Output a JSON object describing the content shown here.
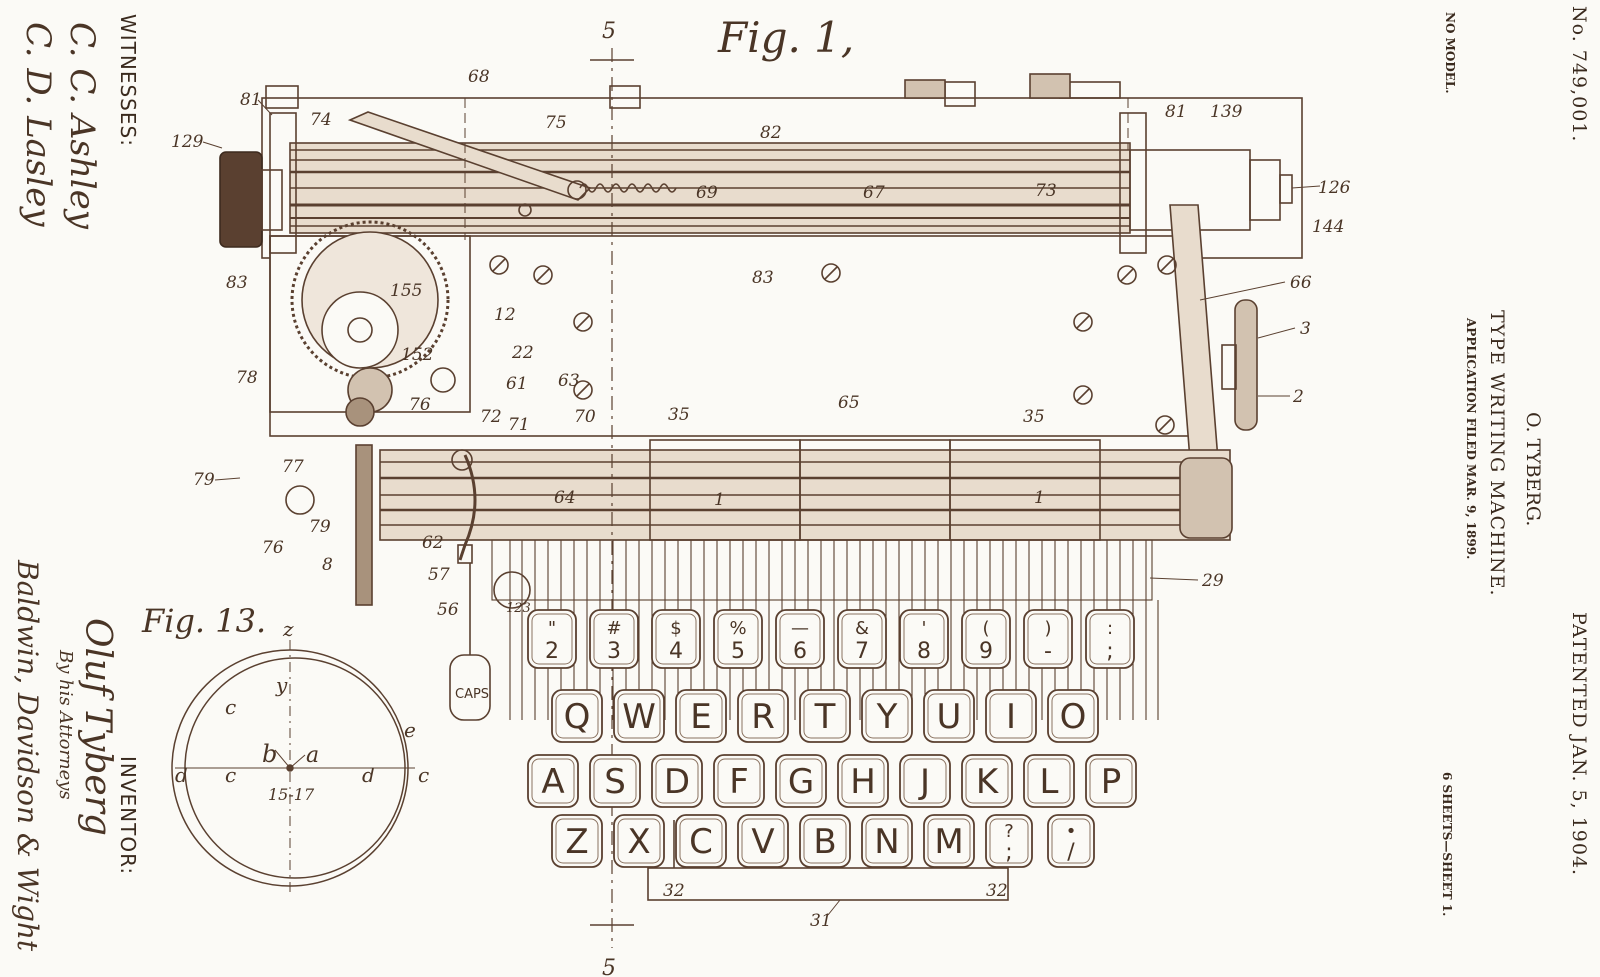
{
  "header": {
    "patent_no": "No. 749,001.",
    "patented": "PATENTED JAN. 5, 1904.",
    "inventor_name": "O. TYBERG.",
    "title": "TYPE WRITING MACHINE.",
    "application": "APPLICATION FILED MAR. 9, 1899.",
    "model": "NO MODEL.",
    "sheets": "6 SHEETS—SHEET 1."
  },
  "signatures": {
    "witnesses_label": "WITNESSES:",
    "witness_1": "C. C. Ashley",
    "witness_2": "C. D. Lasley",
    "inventor_label": "INVENTOR:",
    "inventor_signature": "Oluf Tyberg",
    "by_attorneys": "By his Attorneys",
    "attorneys_signature": "Baldwin, Davidson & Wight"
  },
  "figures": {
    "fig1": "Fig. 1,",
    "fig13": "Fig. 13."
  },
  "section_marks": {
    "top": "5",
    "bottom": "5"
  },
  "caps_key": "CAPS",
  "keyboard": {
    "number_row": [
      {
        "top": "\"",
        "bottom": "2"
      },
      {
        "top": "#",
        "bottom": "3"
      },
      {
        "top": "$",
        "bottom": "4"
      },
      {
        "top": "%",
        "bottom": "5"
      },
      {
        "top": "—",
        "bottom": "6"
      },
      {
        "top": "&",
        "bottom": "7"
      },
      {
        "top": "'",
        "bottom": "8"
      },
      {
        "top": "(",
        "bottom": "9"
      },
      {
        "top": ")",
        "bottom": "-"
      },
      {
        "top": ":",
        "bottom": ";"
      }
    ],
    "row_q": [
      "Q",
      "W",
      "E",
      "R",
      "T",
      "Y",
      "U",
      "I",
      "O"
    ],
    "row_a": [
      "A",
      "S",
      "D",
      "F",
      "G",
      "H",
      "J",
      "K",
      "L",
      "P"
    ],
    "row_z": [
      "Z",
      "X",
      "C",
      "V",
      "B",
      "N",
      "M"
    ],
    "row_z_punct": [
      {
        "top": "?",
        "bottom": ";"
      },
      {
        "top": "•",
        "bottom": "/"
      }
    ]
  },
  "reference_numerals": {
    "r129": "129",
    "r81a": "81",
    "r74": "74",
    "r68": "68",
    "r75": "75",
    "r82": "82",
    "r69": "69",
    "r67": "67",
    "r73": "73",
    "r81b": "81",
    "r139": "139",
    "r126": "126",
    "r144": "144",
    "r83a": "83",
    "r83b": "83",
    "r155": "155",
    "r12": "12",
    "r152": "152",
    "r22": "22",
    "r61": "61",
    "r63": "63",
    "r78": "78",
    "r76a": "76",
    "r72": "72",
    "r71": "71",
    "r70": "70",
    "r35a": "35",
    "r65": "65",
    "r35b": "35",
    "r66": "66",
    "r3": "3",
    "r2": "2",
    "r79a": "79",
    "r77": "77",
    "r64": "64",
    "r1a": "1",
    "r1b": "1",
    "r79b": "79",
    "r76b": "76",
    "r62": "62",
    "r57": "57",
    "r56": "56",
    "r8": "8",
    "r29": "29",
    "r123": "123",
    "r32a": "32",
    "r32b": "32",
    "r31": "31"
  },
  "fig13_labels": {
    "z": "z",
    "y": "y",
    "e": "e",
    "c1": "c",
    "c2": "c",
    "c3": "c",
    "d1": "d",
    "d2": "d",
    "b": "b",
    "a": "a",
    "center": "15-17"
  }
}
